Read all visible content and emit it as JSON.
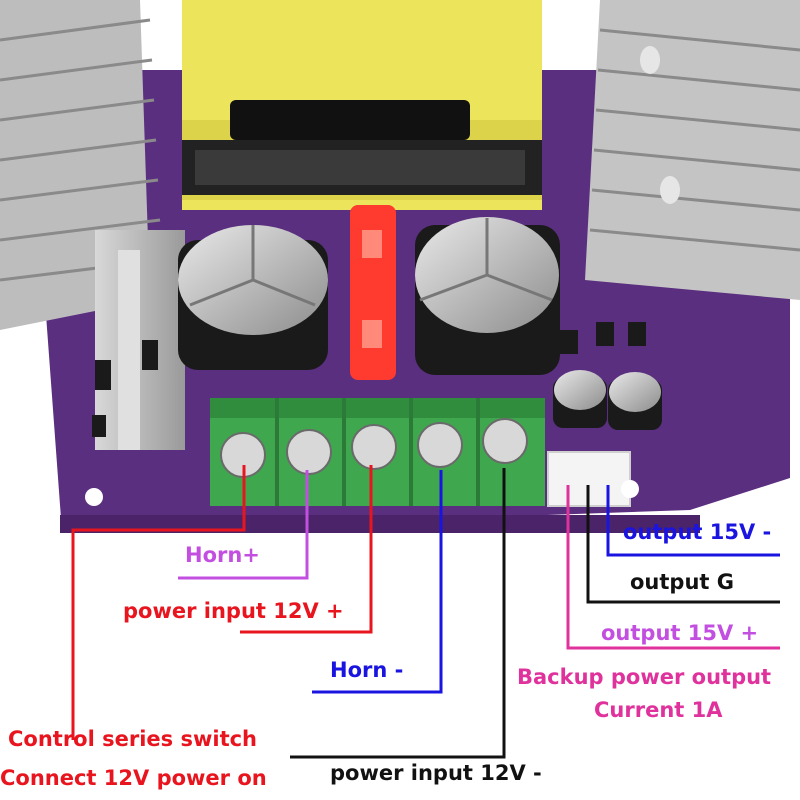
{
  "labels": {
    "output_15v_minus": "output 15V -",
    "output_g": "output G",
    "output_15v_plus": "output 15V +",
    "backup_power_output": "Backup power output",
    "current_1a": "Current 1A",
    "horn_plus": "Horn+",
    "power_input_12v_plus": "power input 12V +",
    "horn_minus": "Horn -",
    "control_series_switch": "Control series switch",
    "connect_12v_power_on": "Connect 12V power on",
    "power_input_12v_minus": "power input 12V -"
  },
  "colors": {
    "red": "#e8141e",
    "violet": "#c34fe0",
    "blue": "#1a14e0",
    "black": "#111111",
    "pink": "#e0329c",
    "pcb": "#5b2f80",
    "terminal_green": "#3fa84f",
    "transformer": "#ece55b",
    "fuse": "#ff3a2e"
  },
  "icons": [
    "transformer",
    "heatsink",
    "capacitor",
    "fuse",
    "screw-terminal",
    "jst-connector",
    "mounting-hole"
  ]
}
